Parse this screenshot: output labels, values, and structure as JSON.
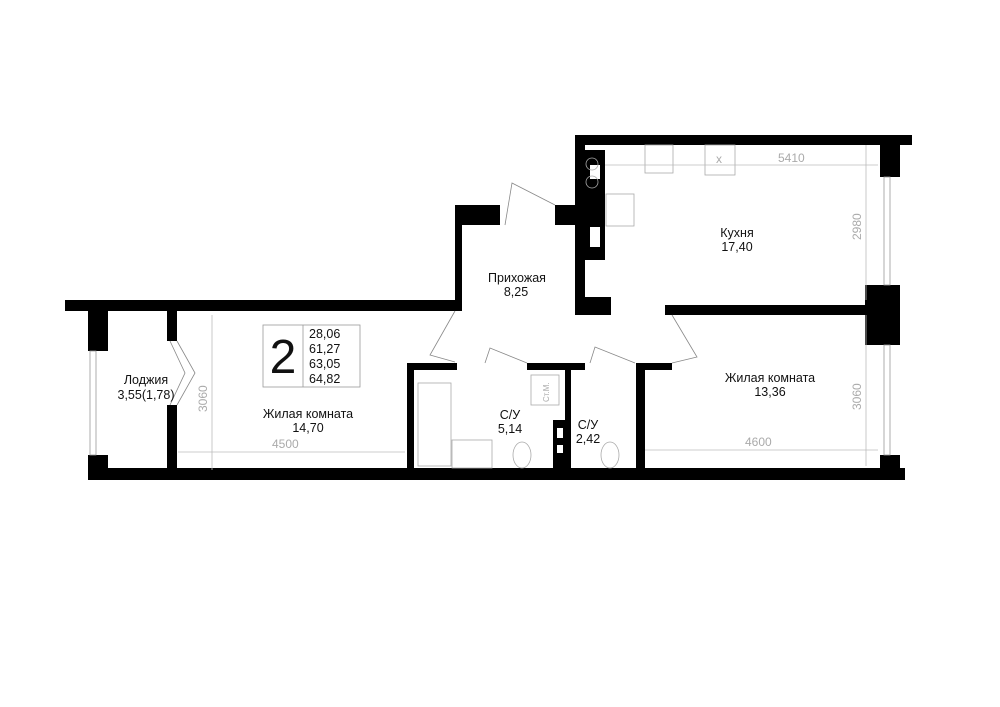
{
  "plan": {
    "room_count": "2",
    "areas": [
      "28,06",
      "61,27",
      "63,05",
      "64,82"
    ],
    "rooms": {
      "loggia": {
        "name": "Лоджия",
        "area": "3,55(1,78)"
      },
      "living1": {
        "name": "Жилая комната",
        "area": "14,70"
      },
      "hall": {
        "name": "Прихожая",
        "area": "8,25"
      },
      "kitchen": {
        "name": "Кухня",
        "area": "17,40"
      },
      "bath1": {
        "name": "С/У",
        "area": "5,14"
      },
      "bath2": {
        "name": "С/У",
        "area": "2,42"
      },
      "living2": {
        "name": "Жилая комната",
        "area": "13,36"
      }
    },
    "dimensions": {
      "living1_width": "4500",
      "living1_depth": "3060",
      "kitchen_width": "5410",
      "kitchen_depth": "2980",
      "living2_width": "4600",
      "living2_depth": "3060"
    },
    "riser_label": "Ст.М.",
    "fixture_mark": "x"
  }
}
